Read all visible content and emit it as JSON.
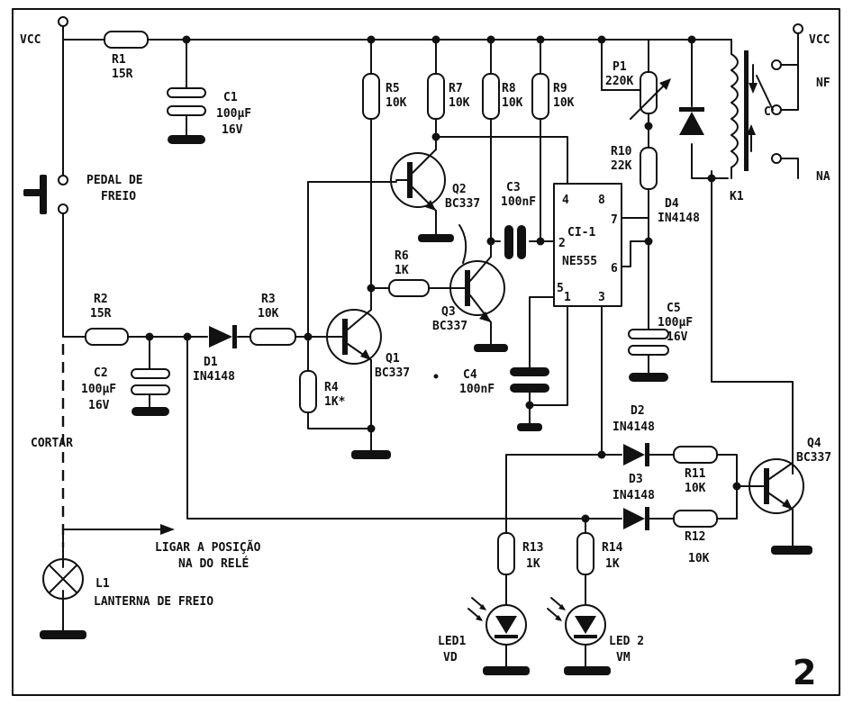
{
  "figure_number": "2",
  "labels": {
    "vcc_left": "VCC",
    "vcc_right": "VCC",
    "r1_name": "R1",
    "r1_val": "15R",
    "c1_name": "C1",
    "c1_val1": "100µF",
    "c1_val2": "16V",
    "r5_name": "R5",
    "r5_val": "10K",
    "r7_name": "R7",
    "r7_val": "10K",
    "r8_name": "R8",
    "r8_val": "10K",
    "r9_name": "R9",
    "r9_val": "10K",
    "p1_name": "P1",
    "p1_val": "220K",
    "r10_name": "R10",
    "r10_val": "22K",
    "k1": "K1",
    "nf": "NF",
    "c": "C",
    "na": "NA",
    "pedal1": "PEDAL DE",
    "pedal2": "FREIO",
    "q2_name": "Q2",
    "q2_val": "BC337",
    "c3_name": "C3",
    "c3_val": "100nF",
    "ci_name": "CI-1",
    "ci_val": "NE555",
    "pin4": "4",
    "pin8": "8",
    "pin7": "7",
    "pin2": "2",
    "pin6": "6",
    "pin5": "5",
    "pin1": "1",
    "pin3": "3",
    "d4_name": "D4",
    "d4_val": "IN4148",
    "r6_name": "R6",
    "r6_val": "1K",
    "q3_name": "Q3",
    "q3_val": "BC337",
    "r2_name": "R2",
    "r2_val": "15R",
    "r3_name": "R3",
    "r3_val": "10K",
    "c5_name": "C5",
    "c5_val1": "100µF",
    "c5_val2": "16V",
    "c2_name": "C2",
    "c2_val1": "100µF",
    "c2_val2": "16V",
    "d1_name": "D1",
    "d1_val": "IN4148",
    "q1_name": "Q1",
    "q1_val": "BC337",
    "r4_name": "R4",
    "r4_val": "1K*",
    "c4_name": "C4",
    "c4_val": "100nF",
    "d2_name": "D2",
    "d2_val": "IN4148",
    "q4_name": "Q4",
    "q4_val": "BC337",
    "cortar": "CORTAR",
    "r11_name": "R11",
    "r11_val": "10K",
    "d3_name": "D3",
    "d3_val": "IN4148",
    "note1": "LIGAR A POSIÇÃO",
    "note2": "NA DO RELÉ",
    "r13_name": "R13",
    "r13_val": "1K",
    "r14_name": "R14",
    "r14_val": "1K",
    "r12_name": "R12",
    "r12_val": "10K",
    "l1_name": "L1",
    "l1_val": "LANTERNA DE FREIO",
    "led1_name": "LED1",
    "led1_val": "VD",
    "led2_name": "LED 2",
    "led2_val": "VM"
  }
}
